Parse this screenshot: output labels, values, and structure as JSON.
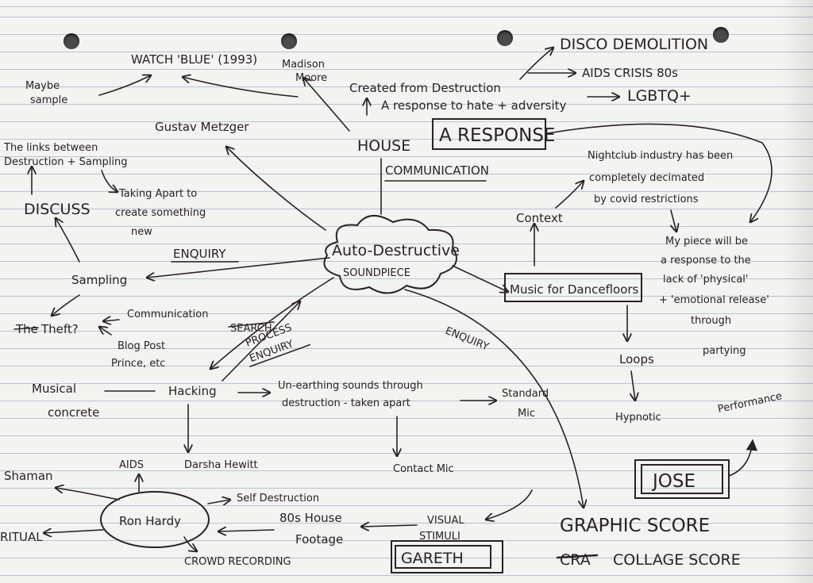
{
  "nodes": {
    "center": [
      "Auto-Destructive",
      "SOUNDPIECE"
    ],
    "watch_blue": "WATCH 'BLUE' (1993)",
    "maybe_sample": [
      "Maybe",
      "sample"
    ],
    "madison_moore": [
      "Madison",
      "Moore"
    ],
    "created_from_destruction": "Created from Destruction",
    "response_to_hate": "A response to hate + adversity",
    "disco_demolition": "DISCO DEMOLITION",
    "aids_crisis": "AIDS CRISIS 80s",
    "lgbtq": "LGBTQ+",
    "a_response": "A RESPONSE",
    "house": "HOUSE",
    "communication_top": "COMMUNICATION",
    "gustav_metzger": "Gustav Metzger",
    "links_destruction_sampling": [
      "The links between",
      "Destruction + Sampling"
    ],
    "taking_apart": [
      "Taking Apart to",
      "create something",
      "new"
    ],
    "discuss": "DISCUSS",
    "enquiry_left": "ENQUIRY",
    "sampling": "Sampling",
    "theft": "Theft?",
    "theft_struck": "The",
    "communication_small": "Communication",
    "blog_post": [
      "Blog Post",
      "Prince, etc"
    ],
    "process_enquiry": [
      "PROCESS",
      "ENQUIRY"
    ],
    "process_struck": "SEARCH",
    "musical_concrete": [
      "Musical",
      "concrete"
    ],
    "hacking": "Hacking",
    "unearthing": [
      "Un-earthing sounds through",
      "destruction - taken apart"
    ],
    "standard_mic": [
      "Standard",
      "Mic"
    ],
    "contact_mic": "Contact Mic",
    "enquiry_right": "ENQUIRY",
    "nightclub": [
      "Nightclub industry has been",
      "completely decimated",
      "by covid restrictions"
    ],
    "context": "Context",
    "my_piece": [
      "My piece will be",
      "a response to the",
      "lack of 'physical'",
      "+ 'emotional release'",
      "through",
      "partying"
    ],
    "music_for_dancefloors": "Music for Dancefloors",
    "loops": "Loops",
    "hypnotic": "Hypnotic",
    "performance": "Performance",
    "jose": "JOSE",
    "aids_small": "AIDS",
    "shaman": "Shaman",
    "ritual": "RITUAL",
    "ron_hardy": "Ron Hardy",
    "darsha_hewitt": "Darsha Hewitt",
    "self_destruction": "Self Destruction",
    "house_footage": [
      "80s House",
      "Footage"
    ],
    "crowd_recording": "CROWD RECORDING",
    "visual_stimuli": [
      "VISUAL",
      "STIMULI"
    ],
    "gareth": "GARETH",
    "graphic_score": "GRAPHIC SCORE",
    "collage_score": "COLLAGE SCORE",
    "collage_struck": "CRA"
  }
}
